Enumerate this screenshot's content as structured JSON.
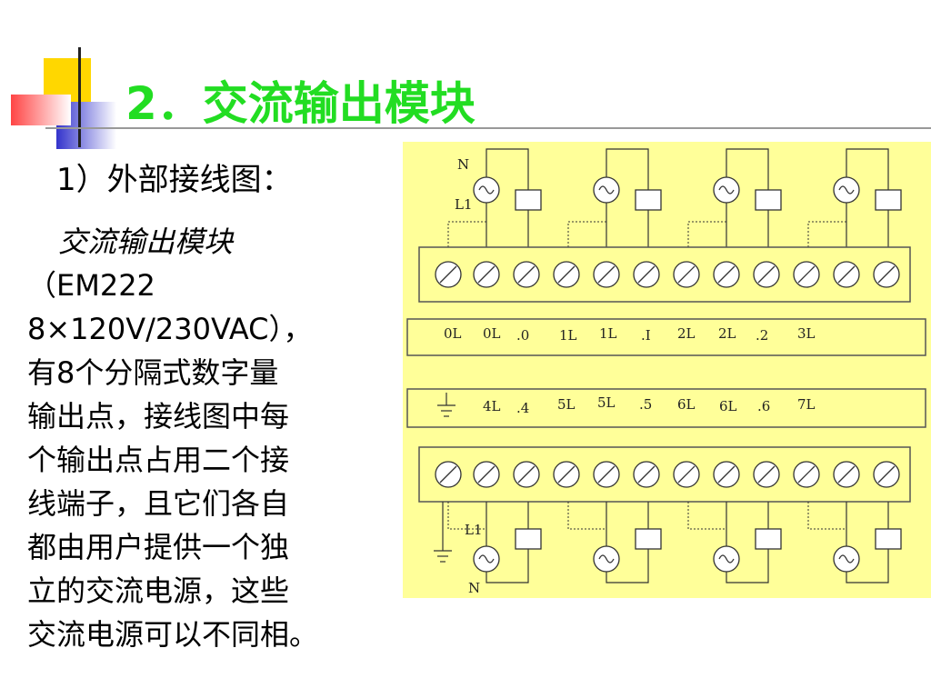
{
  "slide": {
    "title": "2．交流输出模块",
    "subtitle": "1）外部接线图：",
    "body": {
      "line1": "交流输出模块",
      "line2": "（EM222",
      "line3": "8×120V/230VAC），",
      "line4": "有8个分隔式数字量",
      "line5": "输出点，接线图中每",
      "line6": "个输出点占用二个接",
      "line7": "线端子，且它们各自",
      "line8": "都由用户提供一个独",
      "line9": "立的交流电源，这些",
      "line10": "交流电源可以不同相。"
    }
  },
  "diagram": {
    "top_labels": {
      "n": "N",
      "l1": "L1"
    },
    "bottom_labels": {
      "n": "N",
      "l1": "L1"
    },
    "row1_terminals": [
      "0L",
      "0L",
      ".0",
      "1L",
      "1L",
      ".I",
      "2L",
      "2L",
      ".2",
      "3L"
    ],
    "row2_terminals": [
      "4L",
      ".4",
      "5L",
      "5L",
      ".5",
      "6L",
      "6L",
      ".6",
      "7L"
    ],
    "colors": {
      "background": "#ffff99",
      "title": "#22dd22"
    }
  }
}
